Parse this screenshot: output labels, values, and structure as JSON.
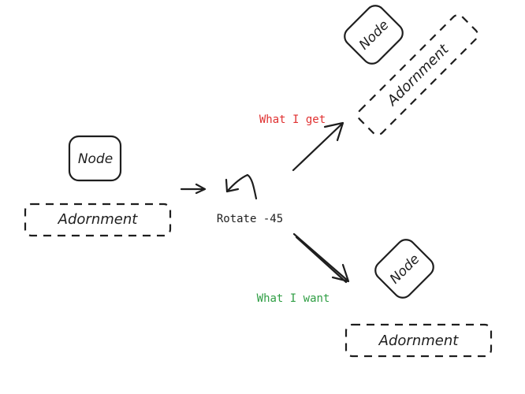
{
  "diagram": {
    "source": {
      "node_label": "Node",
      "adornment_label": "Adornment"
    },
    "operation": {
      "label": "Rotate -45"
    },
    "actual": {
      "caption": "What I get",
      "caption_color": "#e03131",
      "node_label": "Node",
      "adornment_label": "Adornment"
    },
    "expected": {
      "caption": "What I want",
      "caption_color": "#2f9e44",
      "node_label": "Node",
      "adornment_label": "Adornment"
    }
  }
}
